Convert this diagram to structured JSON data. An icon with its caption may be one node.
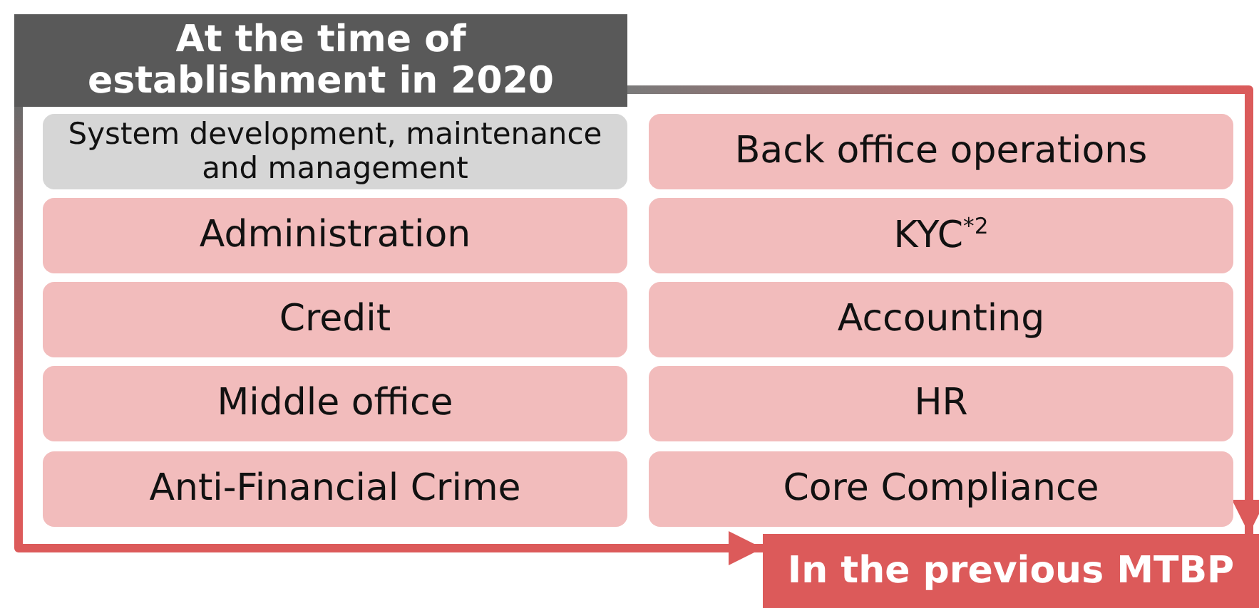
{
  "diagram": {
    "nodes": [
      {
        "text": [
          "At the time of establishment in 2020"
        ]
      },
      {
        "text": [
          "System development, maintenance and management"
        ]
      },
      {
        "text": [
          "Back office operations"
        ]
      },
      {
        "text": [
          "Administration"
        ]
      },
      {
        "text": [
          "KYC$^{*2}$"
        ]
      },
      {
        "text": [
          "Credit"
        ]
      },
      {
        "text": [
          "Accounting"
        ]
      },
      {
        "text": [
          "Middle office"
        ]
      },
      {
        "text": [
          "HR"
        ]
      },
      {
        "text": [
          "Anti-Financial Crime"
        ]
      },
      {
        "text": [
          "Core Compliance"
        ]
      },
      {
        "text": [
          "In the previous MTBP"
        ]
      }
    ],
    "edges": [
      {
        "from": 0,
        "to": 11,
        "arrow": "to"
      },
      {
        "from": 0,
        "to": 11,
        "arrow": "to"
      }
    ]
  }
}
